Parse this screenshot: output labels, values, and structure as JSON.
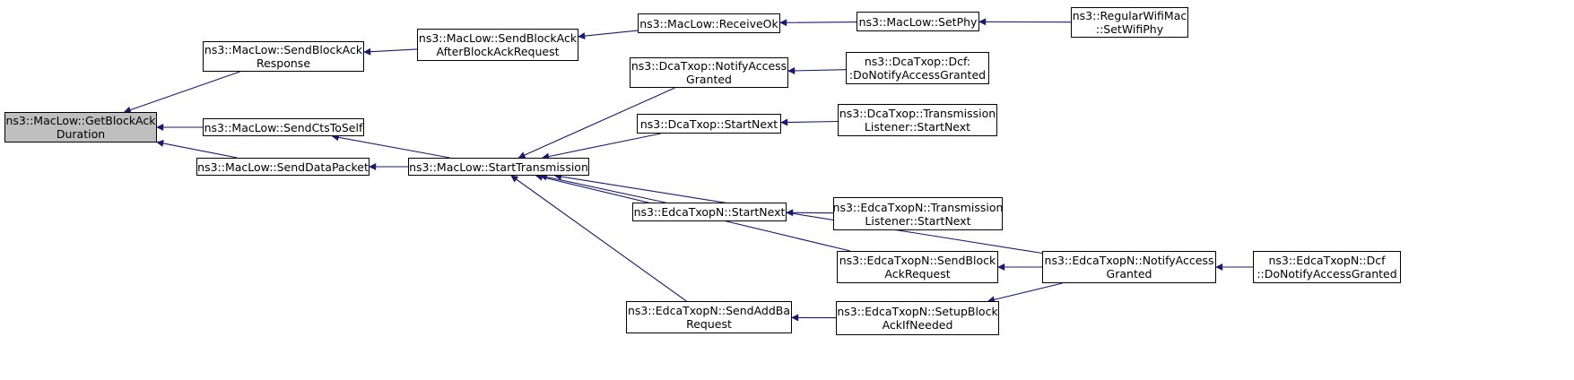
{
  "colors": {
    "edge": "#191970",
    "node_border": "#000000",
    "node_fill": "#ffffff",
    "focus_fill": "#bfbfbf"
  },
  "nodes": {
    "getblockack": {
      "lines": [
        "ns3::MacLow::GetBlockAck",
        "Duration"
      ]
    },
    "sendblockackresp": {
      "lines": [
        "ns3::MacLow::SendBlockAck",
        "Response"
      ]
    },
    "sendctstoself": {
      "lines": [
        "ns3::MacLow::SendCtsToSelf"
      ]
    },
    "senddatapacket": {
      "lines": [
        "ns3::MacLow::SendDataPacket"
      ]
    },
    "sendblockackafter": {
      "lines": [
        "ns3::MacLow::SendBlockAck",
        "AfterBlockAckRequest"
      ]
    },
    "starttransmission": {
      "lines": [
        "ns3::MacLow::StartTransmission"
      ]
    },
    "receiveok": {
      "lines": [
        "ns3::MacLow::ReceiveOk"
      ]
    },
    "setphy": {
      "lines": [
        "ns3::MacLow::SetPhy"
      ]
    },
    "setwifiphy": {
      "lines": [
        "ns3::RegularWifiMac",
        "::SetWifiPhy"
      ]
    },
    "dcanotify": {
      "lines": [
        "ns3::DcaTxop::NotifyAccess",
        "Granted"
      ]
    },
    "dcadcf": {
      "lines": [
        "ns3::DcaTxop::Dcf:",
        ":DoNotifyAccessGranted"
      ]
    },
    "dcastartnext": {
      "lines": [
        "ns3::DcaTxop::StartNext"
      ]
    },
    "dcatlistener": {
      "lines": [
        "ns3::DcaTxop::Transmission",
        "Listener::StartNext"
      ]
    },
    "edcastartnext": {
      "lines": [
        "ns3::EdcaTxopN::StartNext"
      ]
    },
    "edcatlistener": {
      "lines": [
        "ns3::EdcaTxopN::Transmission",
        "Listener::StartNext"
      ]
    },
    "edcasendblockackreq": {
      "lines": [
        "ns3::EdcaTxopN::SendBlock",
        "AckRequest"
      ]
    },
    "edcanotify": {
      "lines": [
        "ns3::EdcaTxopN::NotifyAccess",
        "Granted"
      ]
    },
    "edcadcf": {
      "lines": [
        "ns3::EdcaTxopN::Dcf",
        "::DoNotifyAccessGranted"
      ]
    },
    "edcasendaddba": {
      "lines": [
        "ns3::EdcaTxopN::SendAddBa",
        "Request"
      ]
    },
    "edcasetupblockack": {
      "lines": [
        "ns3::EdcaTxopN::SetupBlock",
        "AckIfNeeded"
      ]
    }
  },
  "edges": [
    {
      "from": "sendblockackresp",
      "to": "getblockack"
    },
    {
      "from": "sendctstoself",
      "to": "getblockack"
    },
    {
      "from": "senddatapacket",
      "to": "getblockack"
    },
    {
      "from": "sendblockackafter",
      "to": "sendblockackresp"
    },
    {
      "from": "starttransmission",
      "to": "sendctstoself"
    },
    {
      "from": "starttransmission",
      "to": "senddatapacket"
    },
    {
      "from": "receiveok",
      "to": "sendblockackafter"
    },
    {
      "from": "setphy",
      "to": "receiveok"
    },
    {
      "from": "setwifiphy",
      "to": "setphy"
    },
    {
      "from": "dcanotify",
      "to": "starttransmission"
    },
    {
      "from": "dcastartnext",
      "to": "starttransmission"
    },
    {
      "from": "edcanotify",
      "to": "starttransmission"
    },
    {
      "from": "edcastartnext",
      "to": "starttransmission"
    },
    {
      "from": "edcasendblockackreq",
      "to": "starttransmission"
    },
    {
      "from": "edcasendaddba",
      "to": "starttransmission"
    },
    {
      "from": "dcadcf",
      "to": "dcanotify"
    },
    {
      "from": "dcatlistener",
      "to": "dcastartnext"
    },
    {
      "from": "edcatlistener",
      "to": "edcastartnext"
    },
    {
      "from": "edcanotify",
      "to": "edcasendblockackreq"
    },
    {
      "from": "edcadcf",
      "to": "edcanotify"
    },
    {
      "from": "edcasetupblockack",
      "to": "edcasendaddba"
    },
    {
      "from": "edcanotify",
      "to": "edcasetupblockack"
    }
  ]
}
